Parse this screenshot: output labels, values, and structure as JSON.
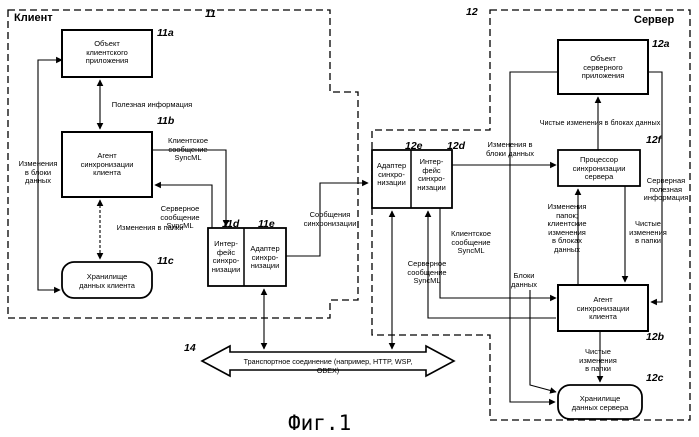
{
  "figure": {
    "caption": "Фиг.1",
    "client": {
      "title": "Клиент",
      "ref": "11",
      "app_object": "Объект\nклиентского\nприложения",
      "app_ref": "11a",
      "agent": "Агент\nсинхронизации\nклиента",
      "agent_ref": "11b",
      "store": "Хранилище\nданных клиента",
      "store_ref": "11c",
      "interface": "Интер-\nфейс\nсинхро-\nнизации",
      "interface_ref": "11d",
      "adapter": "Адаптер\nсинхро-\nнизации",
      "adapter_ref": "11e"
    },
    "server": {
      "title": "Сервер",
      "ref": "12",
      "app_object": "Объект\nсерверного\nприложения",
      "app_ref": "12a",
      "agent": "Агент\nсинхронизации\nклиента",
      "agent_ref": "12b",
      "store": "Хранилище\nданных сервера",
      "store_ref": "12c",
      "interface": "Интер-\nфейс\nсинхро-\nнизации",
      "interface_ref": "12d",
      "adapter": "Адаптер\nсинхро-\nнизации",
      "adapter_ref": "12e",
      "processor": "Процессор\nсинхронизации\nсервера",
      "processor_ref": "12f"
    },
    "transport": {
      "label": "Транспортное соединение (например, HTTP, WSP, OBEX)",
      "ref": "14"
    },
    "labels": {
      "payload": "Полезная информация",
      "changes_in_data_blocks": "Изменения\nв блоки\nданных",
      "changes_in_folder": "Изменения в папки",
      "client_syncml": "Клиентское\nсообщение\nSyncML",
      "server_syncml": "Серверное\nсообщение\nSyncML",
      "sync_messages": "Сообщения\nсинхронизации",
      "client_syncml_2": "Клиентское\nсообщение\nSyncML",
      "server_syncml_2": "Серверное\nсообщение\nSyncML",
      "clean_changes_blocks": "Чистые изменения в блоках данных",
      "changes_in_blocks_2": "Изменения в\nблоки данных",
      "folder_changes_client": "Изменения\nпапок;\nклиентские\nизменения\nв блоках\nданных",
      "server_payload": "Серверная\nполезная\nинформация",
      "clean_changes_folders": "Чистые\nизменения\nв папки",
      "data_blocks": "Блоки\nданных",
      "clean_changes_folders_2": "Чистые\nизменения\nв папки"
    }
  }
}
